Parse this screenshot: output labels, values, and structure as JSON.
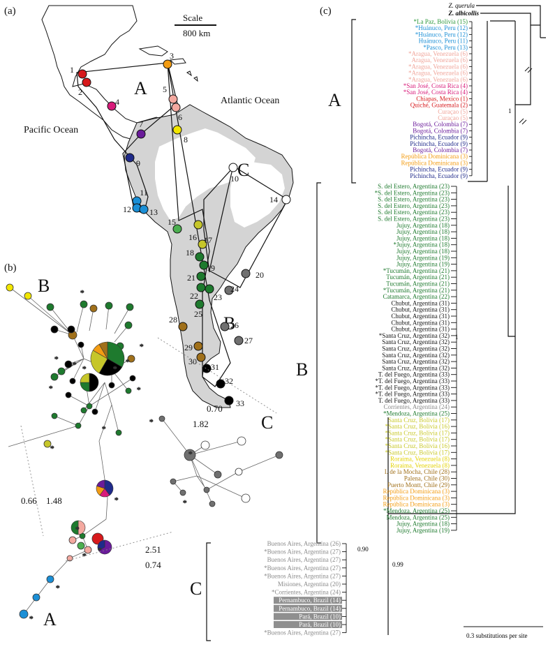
{
  "panels": {
    "a": "(a)",
    "b": "(b)",
    "c": "(c)"
  },
  "map": {
    "scale_title": "Scale",
    "scale_value": "800 km",
    "pacific": "Pacific Ocean",
    "atlantic": "Atlantic Ocean",
    "clade_a": "A",
    "clade_b": "B",
    "clade_c": "C",
    "localities": [
      {
        "n": "1",
        "color": "#d7191c"
      },
      {
        "n": "2",
        "color": "#d7191c"
      },
      {
        "n": "3",
        "color": "#f39c12"
      },
      {
        "n": "4",
        "color": "#d81b7a"
      },
      {
        "n": "5",
        "color": "#f4a9a0"
      },
      {
        "n": "6",
        "color": "#f4a9a0"
      },
      {
        "n": "7",
        "color": "#6a1b9a"
      },
      {
        "n": "8",
        "color": "#f2e600"
      },
      {
        "n": "9",
        "color": "#1f2a8a"
      },
      {
        "n": "10",
        "color": "#ffffff"
      },
      {
        "n": "11",
        "color": "#1b8fd6"
      },
      {
        "n": "12",
        "color": "#1b8fd6"
      },
      {
        "n": "13",
        "color": "#1b8fd6"
      },
      {
        "n": "14",
        "color": "#ffffff"
      },
      {
        "n": "15",
        "color": "#4caf50"
      },
      {
        "n": "16",
        "color": "#c6c62a"
      },
      {
        "n": "17",
        "color": "#c6c62a"
      },
      {
        "n": "18",
        "color": "#1e7a2e"
      },
      {
        "n": "19",
        "color": "#1e7a2e"
      },
      {
        "n": "20",
        "color": "#707070"
      },
      {
        "n": "21",
        "color": "#1e7a2e"
      },
      {
        "n": "22",
        "color": "#1e7a2e"
      },
      {
        "n": "23",
        "color": "#1e7a2e"
      },
      {
        "n": "24",
        "color": "#707070"
      },
      {
        "n": "25",
        "color": "#1e7a2e"
      },
      {
        "n": "26",
        "color": "#707070"
      },
      {
        "n": "27",
        "color": "#707070"
      },
      {
        "n": "28",
        "color": "#a0701a"
      },
      {
        "n": "29",
        "color": "#a0701a"
      },
      {
        "n": "30",
        "color": "#a0701a"
      },
      {
        "n": "31",
        "color": "#000000"
      },
      {
        "n": "32",
        "color": "#000000"
      },
      {
        "n": "33",
        "color": "#000000"
      }
    ]
  },
  "network": {
    "clade_a": "A",
    "clade_b": "B",
    "clade_c": "C",
    "d1": "0.66",
    "d2": "1.48",
    "d3": "0.70",
    "d4": "1.82",
    "d5": "2.51",
    "d6": "0.74",
    "star": "*"
  },
  "tree": {
    "outgroups": [
      "Z. querula",
      "Z. albicollis"
    ],
    "clade_a": "A",
    "clade_b": "B",
    "clade_c": "C",
    "support": [
      "1",
      "1",
      "0.90",
      "0.99"
    ],
    "scale_label": "0.3 substitutions per site",
    "tips_a": [
      {
        "t": "*La Paz, Bolivia (15)",
        "c": "#2e9a3e"
      },
      {
        "t": "*Huánuco, Peru (12)",
        "c": "#1b8fd6"
      },
      {
        "t": "*Huánuco, Peru (12)",
        "c": "#1b8fd6"
      },
      {
        "t": "Huánuco, Peru (11)",
        "c": "#1b8fd6"
      },
      {
        "t": "*Pasco, Peru (13)",
        "c": "#1b8fd6"
      },
      {
        "t": "*Aragua, Venezuela (6)",
        "c": "#f0a59a"
      },
      {
        "t": "Aragua, Venezuela (6)",
        "c": "#f0a59a"
      },
      {
        "t": "*Aragua, Venezuela (6)",
        "c": "#f0a59a"
      },
      {
        "t": "*Aragua, Venezuela (6)",
        "c": "#f0a59a"
      },
      {
        "t": "*Aragua, Venezuela (6)",
        "c": "#f0a59a"
      },
      {
        "t": "*San José, Costa Rica (4)",
        "c": "#d81b7a"
      },
      {
        "t": "*San José, Costa Rica (4)",
        "c": "#d81b7a"
      },
      {
        "t": "Chiapas, Mexico (1)",
        "c": "#d7191c"
      },
      {
        "t": "Quiché, Guatemala (2)",
        "c": "#d7191c"
      },
      {
        "t": "Curaçao (5)",
        "c": "#f0a59a"
      },
      {
        "t": "Curaçao (5)",
        "c": "#f0a59a"
      },
      {
        "t": "Bogotá, Colombia (7)",
        "c": "#6a1b9a"
      },
      {
        "t": "Bogotá, Colombia (7)",
        "c": "#6a1b9a"
      },
      {
        "t": "Pichincha, Ecuador (9)",
        "c": "#1f2a8a"
      },
      {
        "t": "Pichincha, Ecuador (9)",
        "c": "#1f2a8a"
      },
      {
        "t": "Bogotá, Colombia (7)",
        "c": "#6a1b9a"
      },
      {
        "t": "República Dominicana (3)",
        "c": "#f39c12"
      },
      {
        "t": "República Dominicana (3)",
        "c": "#f39c12"
      },
      {
        "t": "Pichincha, Ecuador (9)",
        "c": "#1f2a8a"
      },
      {
        "t": "Pichincha, Ecuador (9)",
        "c": "#1f2a8a"
      }
    ],
    "tips_b": [
      {
        "t": "S. del Estero, Argentina (23)",
        "c": "#1e7a2e"
      },
      {
        "t": "*S. del Estero, Argentina (23)",
        "c": "#1e7a2e"
      },
      {
        "t": "S. del Estero, Argentina (23)",
        "c": "#1e7a2e"
      },
      {
        "t": "S. del Estero, Argentina (23)",
        "c": "#1e7a2e"
      },
      {
        "t": "S. del Estero, Argentina (23)",
        "c": "#1e7a2e"
      },
      {
        "t": "S. del Estero, Argentina (23)",
        "c": "#1e7a2e"
      },
      {
        "t": "Jujuy, Argentina (18)",
        "c": "#1e7a2e"
      },
      {
        "t": "Jujuy, Argentina (18)",
        "c": "#1e7a2e"
      },
      {
        "t": "Jujuy, Argentina (18)",
        "c": "#1e7a2e"
      },
      {
        "t": "*Jujuy, Argentina (18)",
        "c": "#1e7a2e"
      },
      {
        "t": "Jujuy, Argentina (18)",
        "c": "#1e7a2e"
      },
      {
        "t": "Jujuy, Argentina (19)",
        "c": "#1e7a2e"
      },
      {
        "t": "Jujuy, Argentina (19)",
        "c": "#1e7a2e"
      },
      {
        "t": "*Tucumán, Argentina (21)",
        "c": "#1e7a2e"
      },
      {
        "t": "Tucumán, Argentina (21)",
        "c": "#1e7a2e"
      },
      {
        "t": "Tucumán, Argentina (21)",
        "c": "#1e7a2e"
      },
      {
        "t": "*Tucumán, Argentina (21)",
        "c": "#1e7a2e"
      },
      {
        "t": "Catamarca, Argentina (22)",
        "c": "#1e7a2e"
      },
      {
        "t": "Chubut, Argentina (31)",
        "c": "#111111"
      },
      {
        "t": "Chubut, Argentina (31)",
        "c": "#111111"
      },
      {
        "t": "Chubut, Argentina (31)",
        "c": "#111111"
      },
      {
        "t": "Chubut, Argentina (31)",
        "c": "#111111"
      },
      {
        "t": "Chubut, Argentina (31)",
        "c": "#111111"
      },
      {
        "t": "*Santa Cruz, Argentina (32)",
        "c": "#111111"
      },
      {
        "t": "Santa Cruz, Argentina (32)",
        "c": "#111111"
      },
      {
        "t": "Santa Cruz, Argentina (32)",
        "c": "#111111"
      },
      {
        "t": "Santa Cruz, Argentina (32)",
        "c": "#111111"
      },
      {
        "t": "Santa Cruz, Argentina (32)",
        "c": "#111111"
      },
      {
        "t": "Santa Cruz, Argentina (32)",
        "c": "#111111"
      },
      {
        "t": "T. del Fuego, Argentina (33)",
        "c": "#111111"
      },
      {
        "t": "*T. del Fuego, Argentina (33)",
        "c": "#111111"
      },
      {
        "t": "*T. del Fuego, Argentina (33)",
        "c": "#111111"
      },
      {
        "t": "*T. del Fuego, Argentina (33)",
        "c": "#111111"
      },
      {
        "t": "T. del Fuego, Argentina (33)",
        "c": "#111111"
      },
      {
        "t": "Corrientes, Argentina (24)",
        "c": "#8a8a8a"
      },
      {
        "t": "*Mendoza, Argentina (25)",
        "c": "#1e7a2e"
      },
      {
        "t": "Santa Cruz, Bolivia (17)",
        "c": "#c9c92a"
      },
      {
        "t": "*Santa Cruz, Bolivia (16)",
        "c": "#c9c92a"
      },
      {
        "t": "*Santa Cruz, Bolivia (17)",
        "c": "#c9c92a"
      },
      {
        "t": "*Santa Cruz, Bolivia (17)",
        "c": "#c9c92a"
      },
      {
        "t": "*Santa Cruz, Bolivia (16)",
        "c": "#c9c92a"
      },
      {
        "t": "*Santa Cruz, Bolivia (17)",
        "c": "#c9c92a"
      },
      {
        "t": "Roraima, Venezuela (8)",
        "c": "#e3d200"
      },
      {
        "t": "Roraima, Venezuela (8)",
        "c": "#e3d200"
      },
      {
        "t": "I. de la Mocha, Chile (28)",
        "c": "#a0701a"
      },
      {
        "t": "Palena, Chile (30)",
        "c": "#a0701a"
      },
      {
        "t": "Puerto Montt, Chile (29)",
        "c": "#a0701a"
      },
      {
        "t": "República Dominicana (3)",
        "c": "#f39c12"
      },
      {
        "t": "República Dominicana (3)",
        "c": "#f39c12"
      },
      {
        "t": "República Dominicana (3)",
        "c": "#f39c12"
      },
      {
        "t": "*Mendoza, Argentina (25)",
        "c": "#1e7a2e"
      },
      {
        "t": "Mendoza, Argentina (25)",
        "c": "#1e7a2e"
      },
      {
        "t": "Jujuy, Argentina (18)",
        "c": "#1e7a2e"
      },
      {
        "t": "Jujuy, Argentina (19)",
        "c": "#1e7a2e"
      }
    ],
    "tips_c": [
      {
        "t": "Buenos Aires, Argentina (26)",
        "c": "#8a8a8a",
        "bg": false
      },
      {
        "t": "*Buenos Aires, Argentina (27)",
        "c": "#8a8a8a",
        "bg": false
      },
      {
        "t": "Buenos Aires, Argentina (27)",
        "c": "#8a8a8a",
        "bg": false
      },
      {
        "t": "*Buenos Aires, Argentina (27)",
        "c": "#8a8a8a",
        "bg": false
      },
      {
        "t": "*Buenos Aires, Argentina (27)",
        "c": "#8a8a8a",
        "bg": false
      },
      {
        "t": "Misiones, Argentina (20)",
        "c": "#8a8a8a",
        "bg": false
      },
      {
        "t": "*Corrientes, Argentina (24)",
        "c": "#8a8a8a",
        "bg": false
      },
      {
        "t": "Pernambuco, Brazil (14)",
        "c": "#ffffff",
        "bg": true
      },
      {
        "t": "Pernambuco, Brazil (14)",
        "c": "#ffffff",
        "bg": true
      },
      {
        "t": "Pará, Brazil (10)",
        "c": "#ffffff",
        "bg": true
      },
      {
        "t": "Pará, Brazil (10)",
        "c": "#ffffff",
        "bg": true
      },
      {
        "t": "*Buenos Aires, Argentina (27)",
        "c": "#8a8a8a",
        "bg": false
      }
    ]
  }
}
